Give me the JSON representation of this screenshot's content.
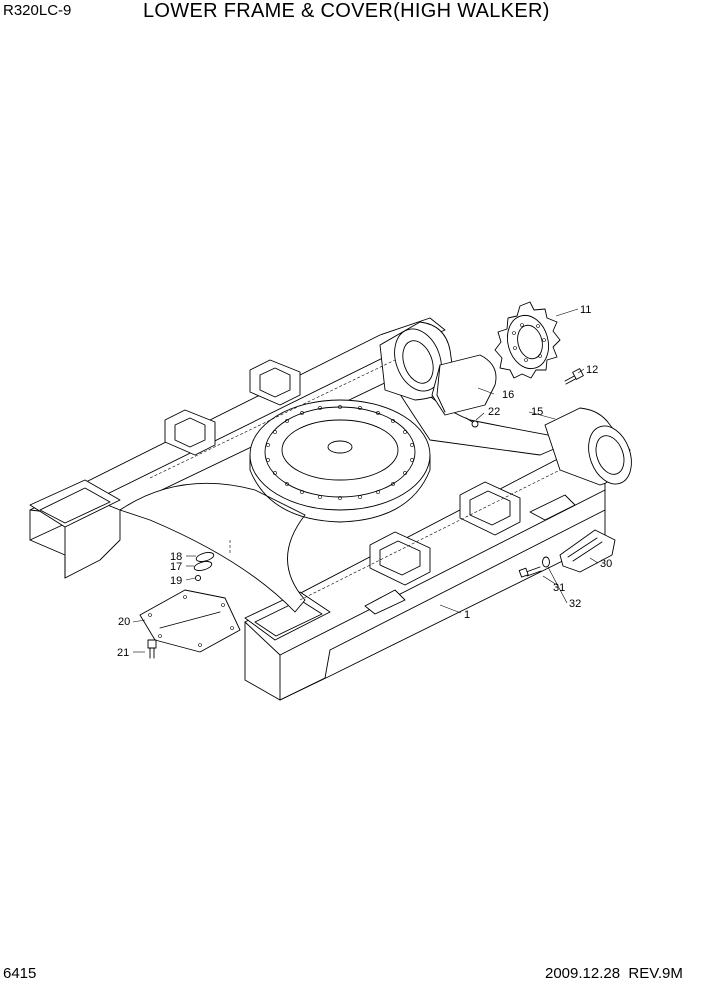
{
  "header": {
    "model": "R320LC-9",
    "title": "LOWER FRAME & COVER(HIGH WALKER)"
  },
  "footer": {
    "page_number": "6415",
    "date_revision": "2009.12.28  REV.9M"
  },
  "parts": [
    {
      "id": "p1",
      "label": "1"
    },
    {
      "id": "p11",
      "label": "11"
    },
    {
      "id": "p12",
      "label": "12"
    },
    {
      "id": "p15",
      "label": "15"
    },
    {
      "id": "p16",
      "label": "16"
    },
    {
      "id": "p17",
      "label": "17"
    },
    {
      "id": "p18",
      "label": "18"
    },
    {
      "id": "p19",
      "label": "19"
    },
    {
      "id": "p20",
      "label": "20"
    },
    {
      "id": "p21",
      "label": "21"
    },
    {
      "id": "p22",
      "label": "22"
    },
    {
      "id": "p30",
      "label": "30"
    },
    {
      "id": "p31",
      "label": "31"
    },
    {
      "id": "p32",
      "label": "32"
    }
  ]
}
